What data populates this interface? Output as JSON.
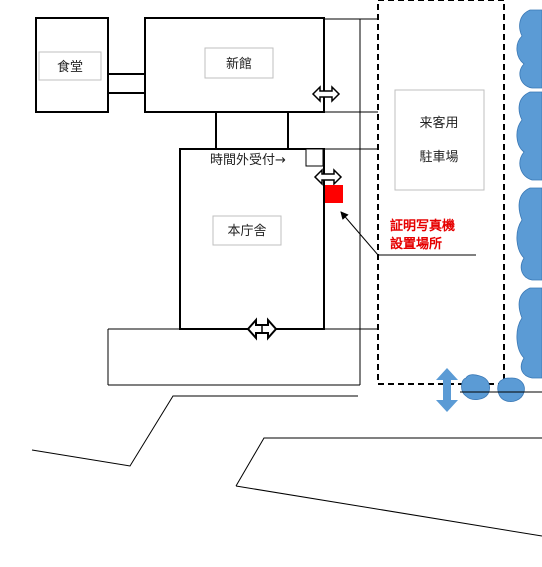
{
  "map": {
    "buildings": {
      "cafeteria": "食堂",
      "new_building": "新館",
      "main_building": "本庁舎"
    },
    "parking": {
      "line1": "来客用",
      "line2": "駐車場"
    },
    "after_hours_reception": "時間外受付→",
    "photo_booth": {
      "line1": "証明写真機",
      "line2": "設置場所",
      "color": "#ff0000"
    },
    "colors": {
      "trees": "#5b9bd5",
      "arrow_blue": "#5b9bd5",
      "annotation_red": "#e60000"
    }
  }
}
